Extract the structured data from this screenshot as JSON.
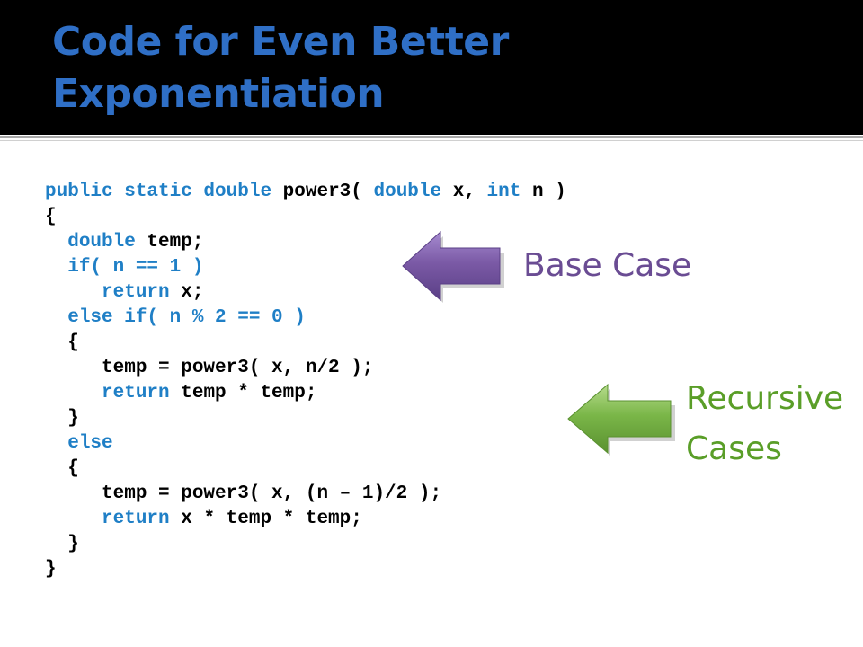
{
  "slide": {
    "title_lines": [
      "Code for Even Better",
      "Exponentiation"
    ]
  },
  "code_lines": [
    [
      {
        "t": "public static double ",
        "k": 1
      },
      {
        "t": "power3( ",
        "k": 0
      },
      {
        "t": "double ",
        "k": 1
      },
      {
        "t": "x, ",
        "k": 0
      },
      {
        "t": "int ",
        "k": 1
      },
      {
        "t": "n )",
        "k": 0
      }
    ],
    [
      {
        "t": "{",
        "k": 0
      }
    ],
    [
      {
        "t": "  ",
        "k": 0
      },
      {
        "t": "double ",
        "k": 1
      },
      {
        "t": "temp;",
        "k": 0
      }
    ],
    [
      {
        "t": "  ",
        "k": 0
      },
      {
        "t": "if( n == 1 )",
        "k": 1
      }
    ],
    [
      {
        "t": "     ",
        "k": 0
      },
      {
        "t": "return ",
        "k": 1
      },
      {
        "t": "x;",
        "k": 0
      }
    ],
    [
      {
        "t": "  ",
        "k": 0
      },
      {
        "t": "else if( n % 2 == 0 )",
        "k": 1
      }
    ],
    [
      {
        "t": "  {",
        "k": 0
      }
    ],
    [
      {
        "t": "     temp = power3( x, n/2 );",
        "k": 0
      }
    ],
    [
      {
        "t": "     ",
        "k": 0
      },
      {
        "t": "return ",
        "k": 1
      },
      {
        "t": "temp * temp;",
        "k": 0
      }
    ],
    [
      {
        "t": "  }",
        "k": 0
      }
    ],
    [
      {
        "t": "  ",
        "k": 0
      },
      {
        "t": "else",
        "k": 1
      }
    ],
    [
      {
        "t": "  {",
        "k": 0
      }
    ],
    [
      {
        "t": "     temp = power3( x, (n – 1)/2 );",
        "k": 0
      }
    ],
    [
      {
        "t": "     ",
        "k": 0
      },
      {
        "t": "return ",
        "k": 1
      },
      {
        "t": "x * temp * temp;",
        "k": 0
      }
    ],
    [
      {
        "t": "  }",
        "k": 0
      }
    ],
    [
      {
        "t": "}",
        "k": 0
      }
    ]
  ],
  "callouts": {
    "base_label": "Base Case",
    "recursive_label_lines": [
      "Recursive",
      "Cases"
    ]
  },
  "icons": {
    "base_arrow": "left-arrow-icon",
    "recursive_arrow": "left-arrow-icon"
  },
  "colors": {
    "title": "#2f6fc6",
    "keyword": "#1f7fc6",
    "base_arrow": "#7b5aa6",
    "base_label": "#6a4c93",
    "recursive_arrow": "#7ab648",
    "recursive_label": "#5a9e28"
  }
}
